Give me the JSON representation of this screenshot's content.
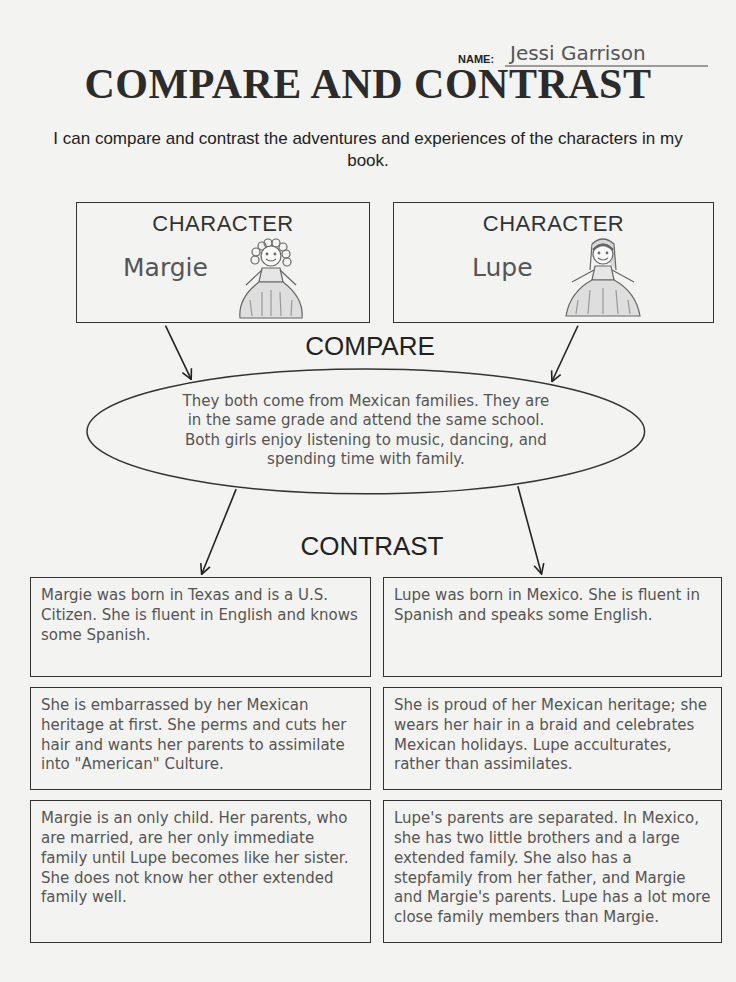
{
  "diagram": {
    "title": "COMPARE AND CONTRAST",
    "nodes": [
      {
        "text": [
          "CHARACTER",
          "Margie"
        ]
      },
      {
        "text": [
          "CHARACTER",
          "Lupe"
        ]
      },
      {
        "text": [
          "They both come from Mexican families. They are in the same grade and attend the same school. Both girls enjoy listening to music, dancing, and spending time with family."
        ]
      },
      {
        "text": [
          "Margie was born in Texas and is a U.S. Citizen. She is fluent in English and knows some Spanish."
        ]
      },
      {
        "text": [
          "Lupe was born in Mexico. She is fluent in Spanish and speaks some English."
        ]
      },
      {
        "text": [
          "She is embarrassed by her Mexican heritage at first. She perms and cuts her hair and wants her parents to assimilate into \"American\" Culture."
        ]
      },
      {
        "text": [
          "She is proud of her Mexican heritage; she wears her hair in a braid and celebrates Mexican holidays. Lupe acculturates, rather than assimilates."
        ]
      },
      {
        "text": [
          "Margie is an only child. Her parents, who are married, are her only immediate family until Lupe becomes like her sister. She does not know her other extended family well."
        ]
      },
      {
        "text": [
          "Lupe's parents are separated. In Mexico, she has two little brothers and a large extended family. She also has a stepfamily from her father, and Margie and Margie's parents. Lupe has a lot more close family members than Margie."
        ]
      }
    ],
    "edges": [
      {
        "from": 0,
        "to": 2,
        "arrow": "to"
      },
      {
        "from": 1,
        "to": 2,
        "arrow": "to"
      },
      {
        "from": 2,
        "to": 3,
        "arrow": "to"
      },
      {
        "from": 2,
        "to": 4,
        "arrow": "to"
      }
    ],
    "labels": [
      "NAME:",
      "Jessi Garrison",
      "I can compare and contrast the adventures and experiences of the characters in my book.",
      "COMPARE",
      "CONTRAST"
    ]
  }
}
